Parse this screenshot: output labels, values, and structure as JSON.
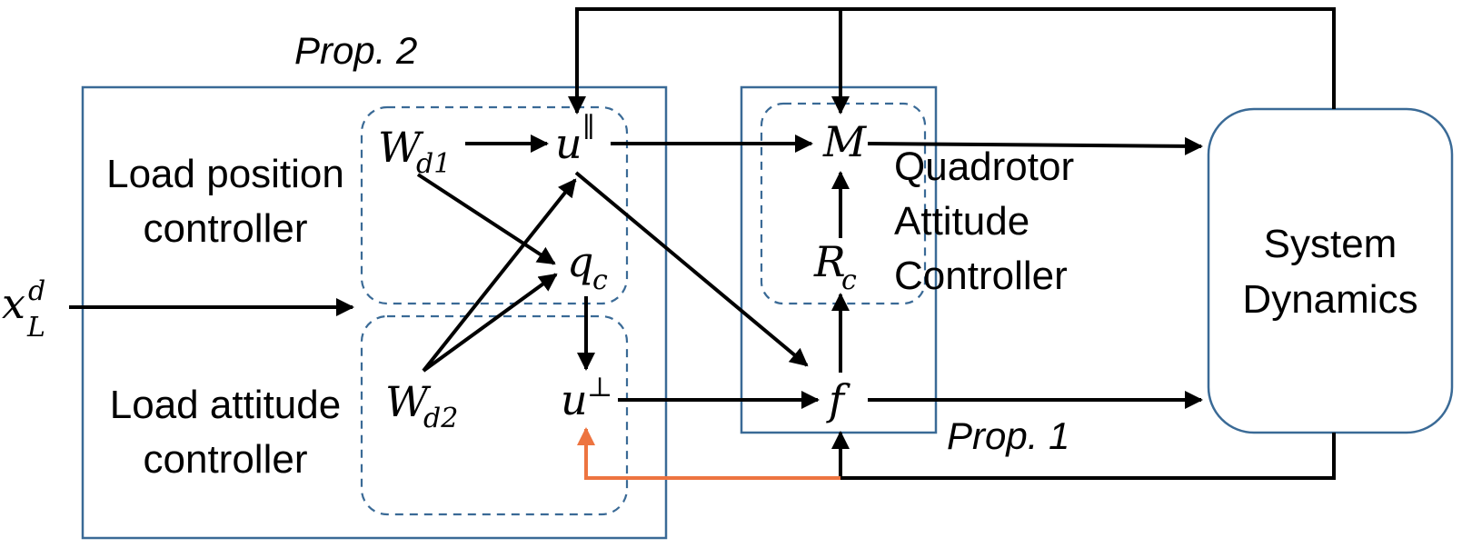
{
  "colors": {
    "box_stroke": "#3a6a96",
    "wire": "#000000",
    "feedback_wire": "#ed7440"
  },
  "labels": {
    "prop2": "Prop. 2",
    "prop1": "Prop. 1",
    "load_position_line1": "Load position",
    "load_position_line2": "controller",
    "load_attitude_line1": "Load attitude",
    "load_attitude_line2": "controller",
    "quadrotor_line1": "Quadrotor",
    "quadrotor_line2": "Attitude",
    "quadrotor_line3": "Controller",
    "system_line1": "System",
    "system_line2": "Dynamics"
  },
  "symbols": {
    "x_base": "x",
    "x_sub": "L",
    "x_sup": "d",
    "wd1_base": "W",
    "wd1_sub": "d1",
    "wd2_base": "W",
    "wd2_sub": "d2",
    "u_par_base": "u",
    "u_par_sup": "∥",
    "u_perp_base": "u",
    "u_perp_sup": "⊥",
    "qc_base": "q",
    "qc_sub": "c",
    "rc_base": "R",
    "rc_sub": "c",
    "m": "M",
    "f": "f"
  }
}
